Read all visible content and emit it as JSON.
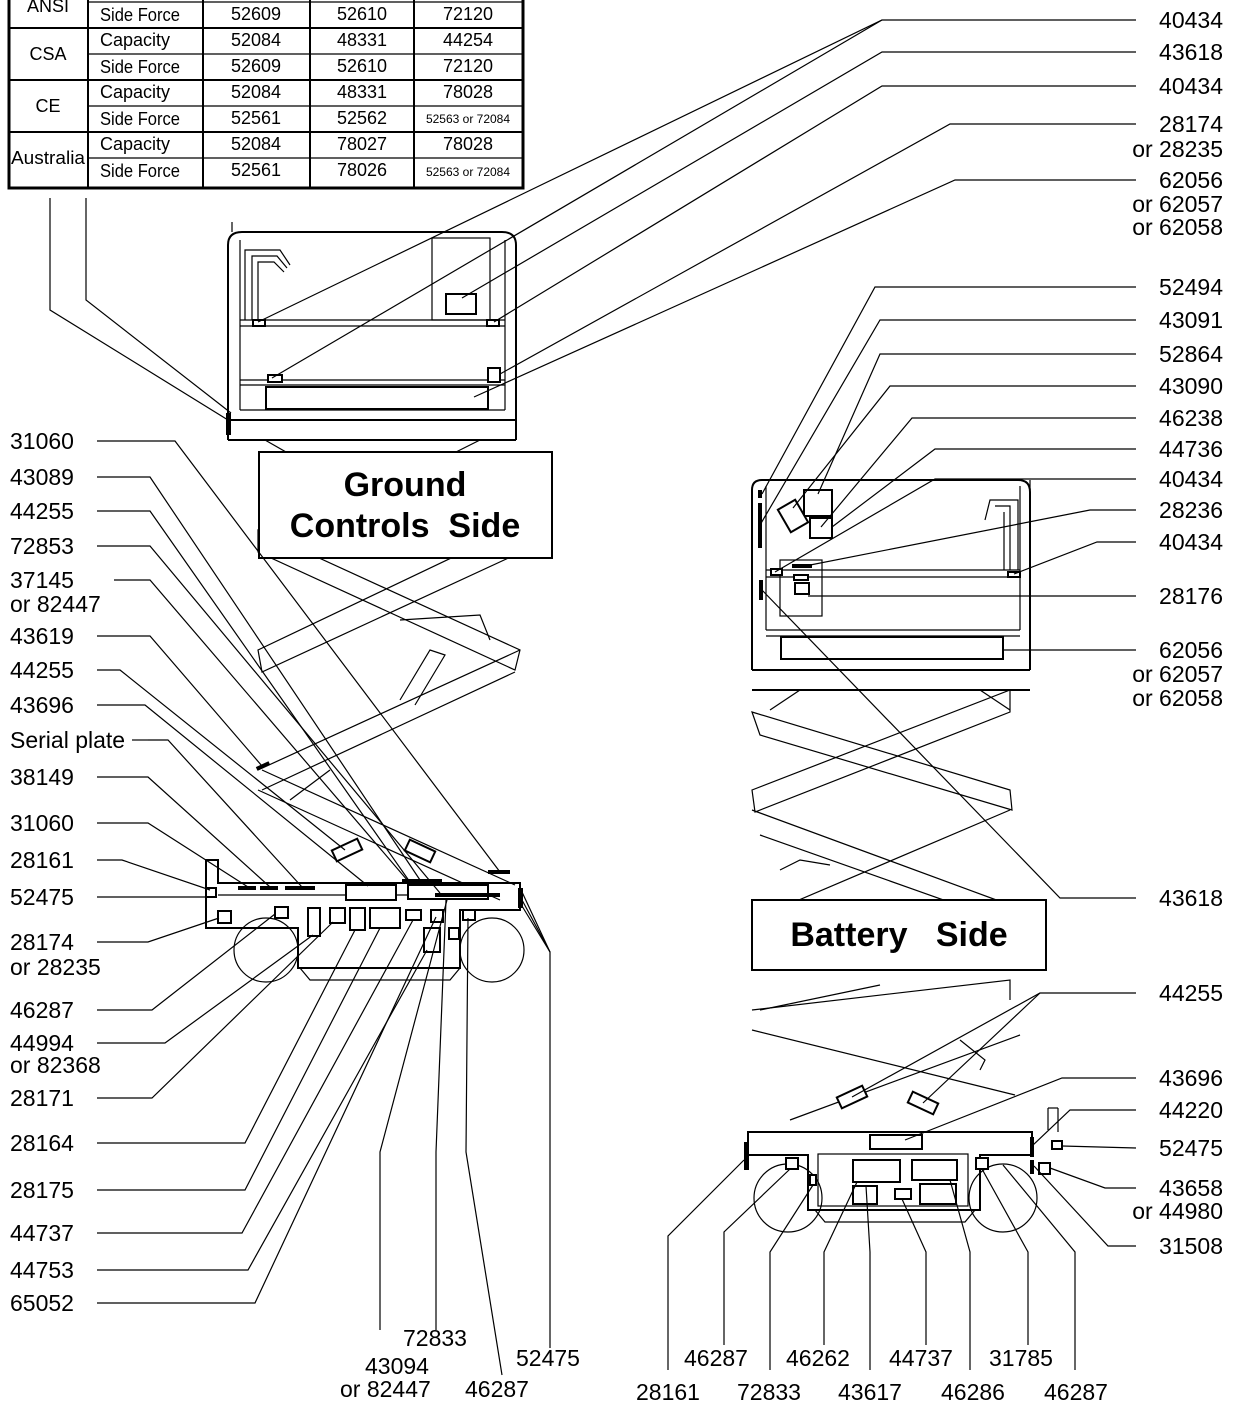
{
  "decal_table": {
    "rows": [
      {
        "region": "ANSI",
        "type": "Side Force",
        "c1": "52609",
        "c2": "52610",
        "c3": "72120"
      },
      {
        "region": "CSA",
        "type": "Capacity",
        "c1": "52084",
        "c2": "48331",
        "c3": "44254"
      },
      {
        "region": "",
        "type": "Side Force",
        "c1": "52609",
        "c2": "52610",
        "c3": "72120"
      },
      {
        "region": "CE",
        "type": "Capacity",
        "c1": "52084",
        "c2": "48331",
        "c3": "78028"
      },
      {
        "region": "",
        "type": "Side Force",
        "c1": "52561",
        "c2": "52562",
        "c3": "52563 or 72084"
      },
      {
        "region": "Australia",
        "type": "Capacity",
        "c1": "52084",
        "c2": "78027",
        "c3": "78028"
      },
      {
        "region": "",
        "type": "Side Force",
        "c1": "52561",
        "c2": "78026",
        "c3": "52563 or 72084"
      }
    ]
  },
  "ground_side": {
    "title_line1": "Ground",
    "title_line2": "Controls  Side",
    "right_labels": [
      {
        "lines": [
          "40434"
        ]
      },
      {
        "lines": [
          "43618"
        ]
      },
      {
        "lines": [
          "40434"
        ]
      },
      {
        "lines": [
          "28174",
          "or 28235"
        ]
      },
      {
        "lines": [
          "62056",
          "or 62057",
          "or 62058"
        ]
      }
    ],
    "left_labels": [
      {
        "lines": [
          "31060"
        ]
      },
      {
        "lines": [
          "43089"
        ]
      },
      {
        "lines": [
          "44255"
        ]
      },
      {
        "lines": [
          "72853"
        ]
      },
      {
        "lines": [
          "37145",
          "or 82447"
        ]
      },
      {
        "lines": [
          "43619"
        ]
      },
      {
        "lines": [
          "44255"
        ]
      },
      {
        "lines": [
          "43696"
        ]
      },
      {
        "lines": [
          "Serial plate"
        ]
      },
      {
        "lines": [
          "38149"
        ]
      },
      {
        "lines": [
          "31060"
        ]
      },
      {
        "lines": [
          "28161"
        ]
      },
      {
        "lines": [
          "52475"
        ]
      },
      {
        "lines": [
          "28174",
          "or 28235"
        ]
      },
      {
        "lines": [
          "46287"
        ]
      },
      {
        "lines": [
          "44994",
          "or 82368"
        ]
      },
      {
        "lines": [
          "28171"
        ]
      },
      {
        "lines": [
          "28164"
        ]
      },
      {
        "lines": [
          "28175"
        ]
      },
      {
        "lines": [
          "44737"
        ]
      },
      {
        "lines": [
          "44753"
        ]
      },
      {
        "lines": [
          "65052"
        ]
      }
    ],
    "bottom_labels": [
      {
        "lines": [
          "43094",
          "or 82447"
        ]
      },
      {
        "lines": [
          "72833"
        ]
      },
      {
        "lines": [
          "46287"
        ]
      },
      {
        "lines": [
          "52475"
        ]
      }
    ]
  },
  "battery_side": {
    "title": "Battery   Side",
    "right_labels": [
      {
        "lines": [
          "52494"
        ]
      },
      {
        "lines": [
          "43091"
        ]
      },
      {
        "lines": [
          "52864"
        ]
      },
      {
        "lines": [
          "43090"
        ]
      },
      {
        "lines": [
          "46238"
        ]
      },
      {
        "lines": [
          "44736"
        ]
      },
      {
        "lines": [
          "40434"
        ]
      },
      {
        "lines": [
          "28236"
        ]
      },
      {
        "lines": [
          "40434"
        ]
      },
      {
        "lines": [
          "28176"
        ]
      },
      {
        "lines": [
          "62056",
          "or 62057",
          "or 62058"
        ]
      },
      {
        "lines": [
          "43618"
        ]
      },
      {
        "lines": [
          "44255"
        ]
      },
      {
        "lines": [
          "43696"
        ]
      },
      {
        "lines": [
          "44220"
        ]
      },
      {
        "lines": [
          "52475"
        ]
      },
      {
        "lines": [
          "43658",
          "or 44980"
        ]
      },
      {
        "lines": [
          "31508"
        ]
      }
    ],
    "bottom_labels": [
      {
        "lines": [
          "46287"
        ]
      },
      {
        "lines": [
          "46262"
        ]
      },
      {
        "lines": [
          "44737"
        ]
      },
      {
        "lines": [
          "31785"
        ]
      },
      {
        "lines": [
          "28161"
        ]
      },
      {
        "lines": [
          "72833"
        ]
      },
      {
        "lines": [
          "43617"
        ]
      },
      {
        "lines": [
          "46286"
        ]
      },
      {
        "lines": [
          "46287"
        ]
      }
    ]
  }
}
